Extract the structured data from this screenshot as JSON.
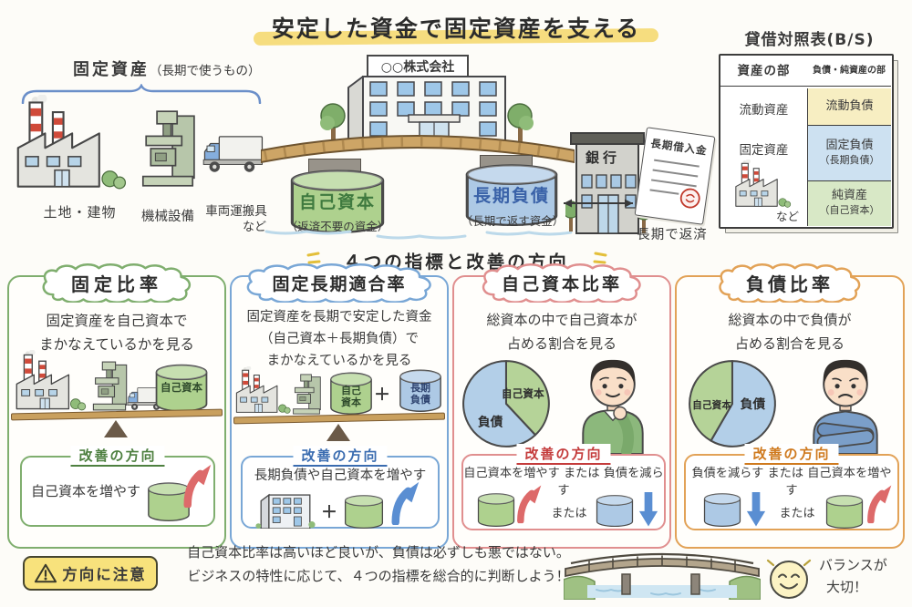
{
  "title": "安定した資金で固定資産を支える",
  "fixed_assets": {
    "label": "固定資産",
    "note": "（長期で使うもの）",
    "item1": "土地・建物",
    "item2": "機械設備",
    "item3": "車両運搬具",
    "etc": "など"
  },
  "center": {
    "company": "○○株式会社",
    "equity": "自己資本",
    "equity_note": "（返済不要の資金）",
    "debt": "長期負債",
    "debt_note": "（長期で返す資金）",
    "bank": "銀行",
    "loan_doc": "長期借入金",
    "repay": "長期で返済"
  },
  "balance_sheet": {
    "title": "貸借対照表(B/S)",
    "assets_header": "資産の部",
    "liab_header": "負債・純資産の部",
    "current_assets": "流動資産",
    "fixed_assets": "固定資産",
    "etc": "など",
    "current_liab": "流動負債",
    "fixed_liab": "固定負債",
    "fixed_liab_note": "（長期負債）",
    "net_assets": "純資産",
    "net_assets_note": "（自己資本）",
    "colors": {
      "current_liab": "#f7eec2",
      "fixed_liab": "#cde1f1",
      "net_assets": "#d8e8c6"
    }
  },
  "section_title": "４つの指標と改善の方向",
  "panels": [
    {
      "title": "固定比率",
      "desc1": "固定資産を自己資本で",
      "desc2": "まかなえているかを見る",
      "cylinder": "自己資本",
      "improve_label": "改善の方向",
      "improve_text": "自己資本を増やす",
      "accent": "#7fae6e"
    },
    {
      "title": "固定長期適合率",
      "desc1": "固定資産を長期で安定した資金",
      "desc2": "（自己資本＋長期負債）で",
      "desc3": "まかなえているかを見る",
      "cyl_green_l1": "自己",
      "cyl_green_l2": "資本",
      "plus": "＋",
      "cyl_blue_l1": "長期",
      "cyl_blue_l2": "負債",
      "improve_label": "改善の方向",
      "improve_text": "長期負債や自己資本を増やす",
      "improve_plus": "＋",
      "accent": "#79a7d6"
    },
    {
      "title": "自己資本比率",
      "desc1": "総資本の中で自己資本が",
      "desc2": "占める割合を見る",
      "pie": {
        "equity_label": "自己資本",
        "debt_label": "負債",
        "equity_pct_approx": 38,
        "debt_pct_approx": 62
      },
      "improve_label": "改善の方向",
      "improve_text": "自己資本を増やす または 負債を減らす",
      "or": "または",
      "accent": "#e08f8f"
    },
    {
      "title": "負債比率",
      "desc1": "総資本の中で負債が",
      "desc2": "占める割合を見る",
      "pie": {
        "equity_label": "自己資本",
        "debt_label": "負債",
        "equity_pct_approx": 40,
        "debt_pct_approx": 60
      },
      "improve_label": "改善の方向",
      "improve_text": "負債を減らす または 自己資本を増やす",
      "or": "または",
      "accent": "#e2a257"
    }
  ],
  "footer": {
    "warning": "方向に注意",
    "note1": "自己資本比率は高いほど良いが、負債は必ずしも悪ではない。",
    "note2": "ビジネスの特性に応じて、４つの指標を総合的に判断しよう！",
    "balance1": "バランスが",
    "balance2": "大切！"
  }
}
